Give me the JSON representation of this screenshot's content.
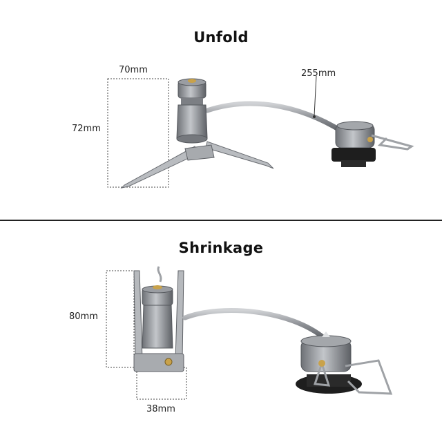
{
  "unfold": {
    "title": "Unfold",
    "width_label": "70mm",
    "height_label": "72mm",
    "hose_label": "255mm"
  },
  "shrinkage": {
    "title": "Shrinkage",
    "height_label": "80mm",
    "width_label": "38mm"
  },
  "colors": {
    "metal": "#8c8f94",
    "metal_dark": "#5b5e63",
    "brass": "#c9a24a",
    "rubber": "#1e1e1e",
    "divider": "#222222"
  }
}
